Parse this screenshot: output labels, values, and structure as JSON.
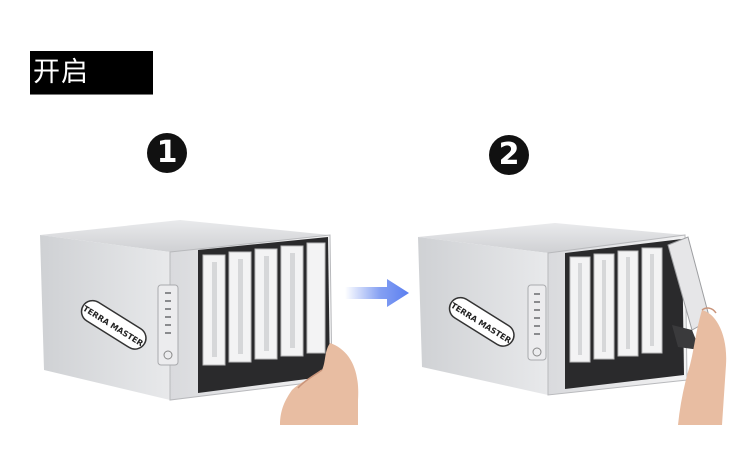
{
  "section": {
    "title": "开启"
  },
  "steps": [
    {
      "number": "1"
    },
    {
      "number": "2"
    }
  ],
  "device": {
    "brand_logo_text": "TERRA MASTER"
  },
  "colors": {
    "title_bg": "#000000",
    "title_text": "#ffffff",
    "arrow": "#6f8ff0",
    "chassis": "#dcdde0",
    "drive_tray": "#f0f0f0"
  }
}
